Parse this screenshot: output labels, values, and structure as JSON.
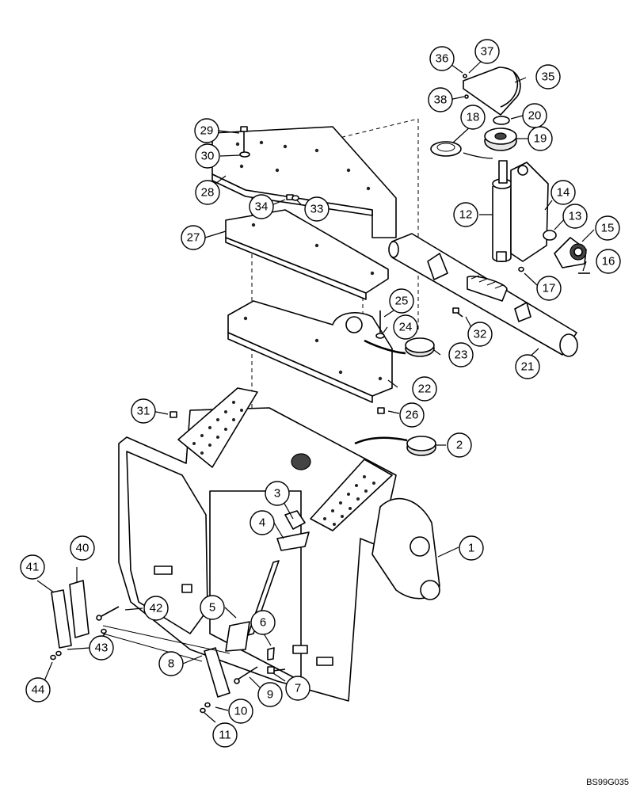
{
  "drawing_id": "BS99G035",
  "callouts": [
    "1",
    "2",
    "3",
    "4",
    "5",
    "6",
    "7",
    "8",
    "9",
    "10",
    "11",
    "12",
    "13",
    "14",
    "15",
    "16",
    "17",
    "18",
    "19",
    "20",
    "21",
    "22",
    "23",
    "24",
    "25",
    "26",
    "27",
    "28",
    "29",
    "30",
    "31",
    "32",
    "33",
    "34",
    "35",
    "36",
    "37",
    "38",
    "40",
    "41",
    "42",
    "43",
    "44"
  ]
}
